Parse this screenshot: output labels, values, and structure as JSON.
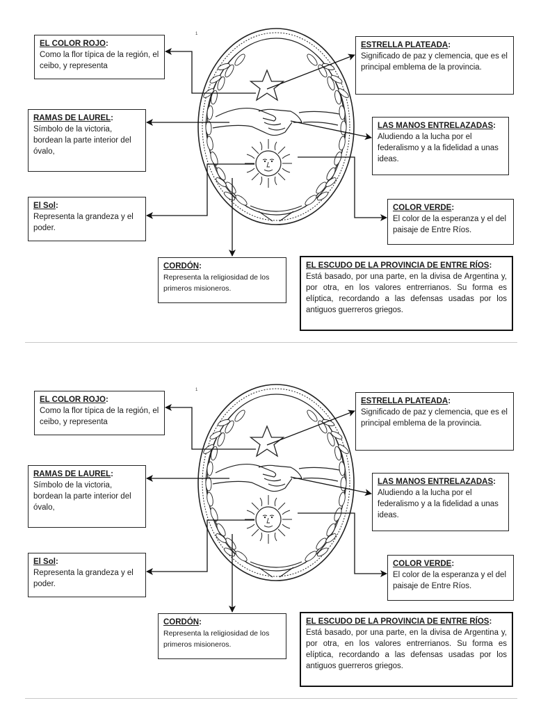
{
  "page_number": "1",
  "boxes": {
    "rojo": {
      "title": "EL COLOR ROJO",
      "body": "Como la flor típica de la región, el ceibo, y representa"
    },
    "laurel": {
      "title": "RAMAS DE LAUREL",
      "body": "Símbolo de la victoria, bordean la parte interior del óvalo,"
    },
    "sol": {
      "title": "El Sol",
      "body": "Representa la grandeza y el poder."
    },
    "cordon": {
      "title": "CORDÓN",
      "body": "Representa la religiosidad de los primeros misioneros."
    },
    "estrella": {
      "title": "ESTRELLA PLATEADA",
      "body": "Significado de paz y clemencia, que es el principal emblema de la provincia."
    },
    "manos": {
      "title": "LAS MANOS ENTRELAZADAS",
      "body": "Aludiendo a la lucha por el federalismo y a la fidelidad a unas ideas."
    },
    "verde": {
      "title": "COLOR VERDE",
      "body": "El color de la esperanza y el del paisaje de Entre Ríos."
    },
    "escudo": {
      "title": "EL ESCUDO DE LA PROVINCIA DE ENTRE RÍOS",
      "body": "Está basado, por una parte, en la divisa de Argentina y, por otra, en los valores entrerrianos. Su forma es elíptica, recordando a las defensas usadas por los antiguos guerreros griegos."
    }
  }
}
